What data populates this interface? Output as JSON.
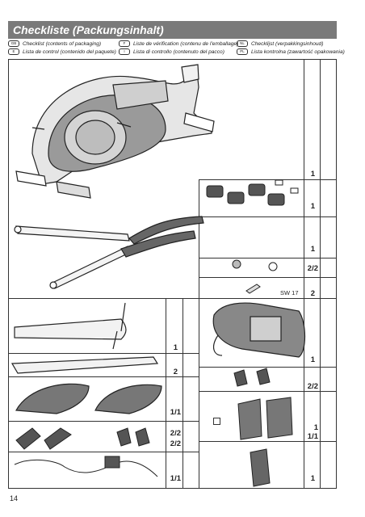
{
  "header": {
    "title": "Checkliste (Packungsinhalt)"
  },
  "languages": [
    {
      "code": "GB",
      "text": "Checklist (contents of packaging)"
    },
    {
      "code": "F",
      "text": "Liste de vérification (contenu de l'emballage)"
    },
    {
      "code": "NL",
      "text": "Checklijst (verpakkingsinhoud)"
    },
    {
      "code": "E",
      "text": "Lista de control (contenido del paquete)"
    },
    {
      "code": "I",
      "text": "Lista di controllo (contenuto del pacco)"
    },
    {
      "code": "PL",
      "text": "Lista kontrolna (zawartość opakowania)"
    }
  ],
  "quantities": {
    "frame": "1",
    "caps": "1",
    "arms": "1",
    "knob_rings": "2/2",
    "wrench": "2",
    "wrench_label": "SW 17",
    "rear_foot": "1",
    "front_foot": "2",
    "console": "1",
    "pedals": "1/1",
    "holders": "2/2",
    "handle_covers": "2/2",
    "side_covers": "1\n1/1",
    "cables": "1/1",
    "bottle": "1"
  },
  "page_number": "14"
}
